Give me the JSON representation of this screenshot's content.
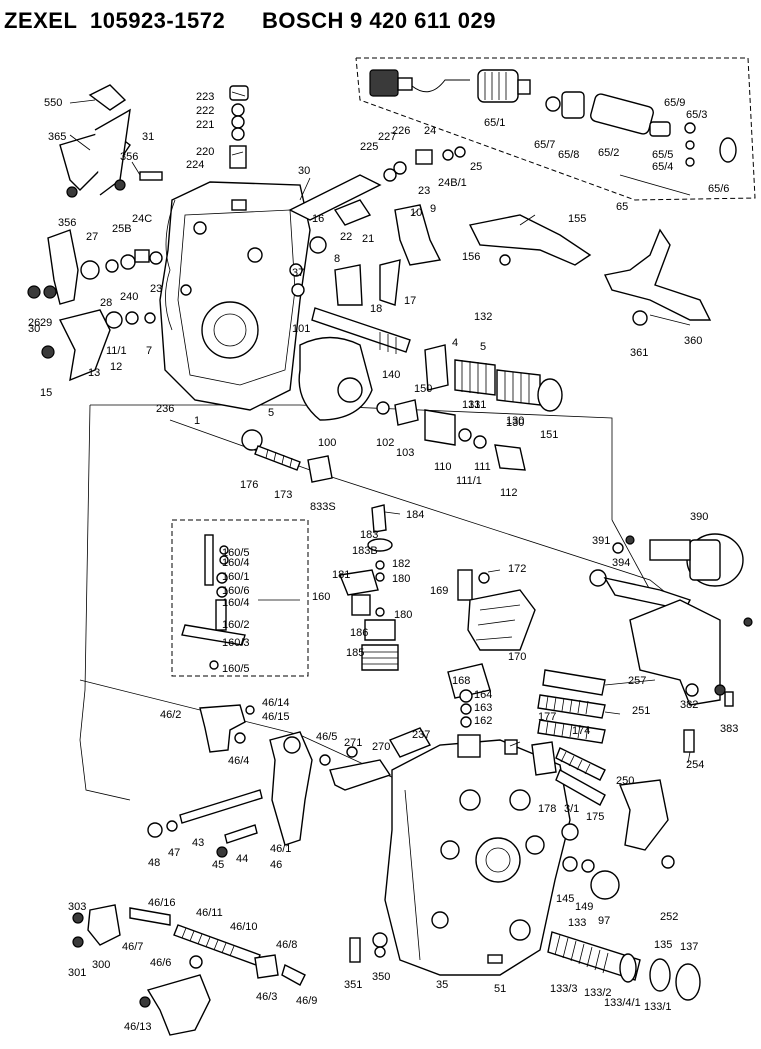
{
  "header": {
    "maker": "ZEXEL",
    "maker_part_no": "105923-1572",
    "oem": "BOSCH",
    "oem_part_no": "9 420 611 029"
  },
  "part_labels": [
    "550",
    "365",
    "356",
    "356",
    "31",
    "223",
    "222",
    "221",
    "220",
    "224",
    "226",
    "225",
    "227",
    "24",
    "25",
    "23",
    "24B/1",
    "30",
    "16",
    "22",
    "21",
    "10",
    "9",
    "155",
    "156",
    "27",
    "25B",
    "24C",
    "28",
    "240",
    "23",
    "37",
    "8",
    "18",
    "17",
    "30",
    "29",
    "26",
    "11/1",
    "12",
    "7",
    "101",
    "4",
    "5",
    "132",
    "360",
    "361",
    "13",
    "15",
    "236",
    "1",
    "5",
    "100",
    "140",
    "150",
    "131",
    "130",
    "151",
    "102",
    "103",
    "110",
    "111/1",
    "112",
    "176",
    "173",
    "833S",
    "184",
    "183",
    "183B",
    "182",
    "180",
    "181",
    "180",
    "186",
    "185",
    "172",
    "169",
    "170",
    "160/5",
    "160/4",
    "160/1",
    "160/6",
    "160/4",
    "160",
    "160/2",
    "160/3",
    "160/5",
    "168",
    "164",
    "163",
    "162",
    "257",
    "251",
    "391",
    "394",
    "390",
    "382",
    "383",
    "254",
    "46/14",
    "46/15",
    "46/2",
    "46/4",
    "46/5",
    "271",
    "270",
    "237",
    "177",
    "174",
    "250",
    "178",
    "3/1",
    "175",
    "48",
    "47",
    "43",
    "45",
    "44",
    "46/1",
    "46",
    "145",
    "149",
    "97",
    "252",
    "303",
    "301",
    "300",
    "46/16",
    "46/11",
    "46/10",
    "46/7",
    "46/8",
    "46/6",
    "46/3",
    "46/9",
    "46/13",
    "351",
    "350",
    "35",
    "51",
    "133",
    "133/3",
    "133/2",
    "133/4/1",
    "135",
    "133/1",
    "137",
    "65/1",
    "65/7",
    "65/8",
    "65/2",
    "65/9",
    "65/3",
    "65/5",
    "65/4",
    "65/6",
    "65",
    "111",
    "130",
    "131"
  ]
}
